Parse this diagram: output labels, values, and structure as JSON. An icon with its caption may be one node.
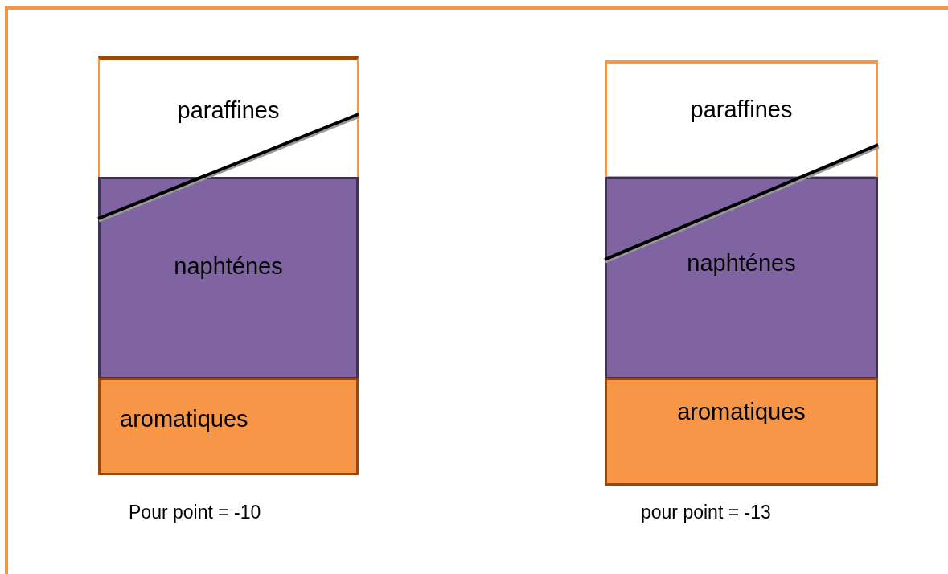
{
  "diagram": {
    "nodes": [
      {
        "text": [
          "paraffines"
        ]
      },
      {
        "text": [
          "naphténes"
        ]
      },
      {
        "text": [
          "aromatiques"
        ]
      },
      {
        "text": [
          "paraffines"
        ]
      },
      {
        "text": [
          "naphténes"
        ]
      },
      {
        "text": [
          "aromatiques"
        ]
      }
    ],
    "labels": [
      "Pour point = -10",
      "pour point = -13"
    ]
  }
}
